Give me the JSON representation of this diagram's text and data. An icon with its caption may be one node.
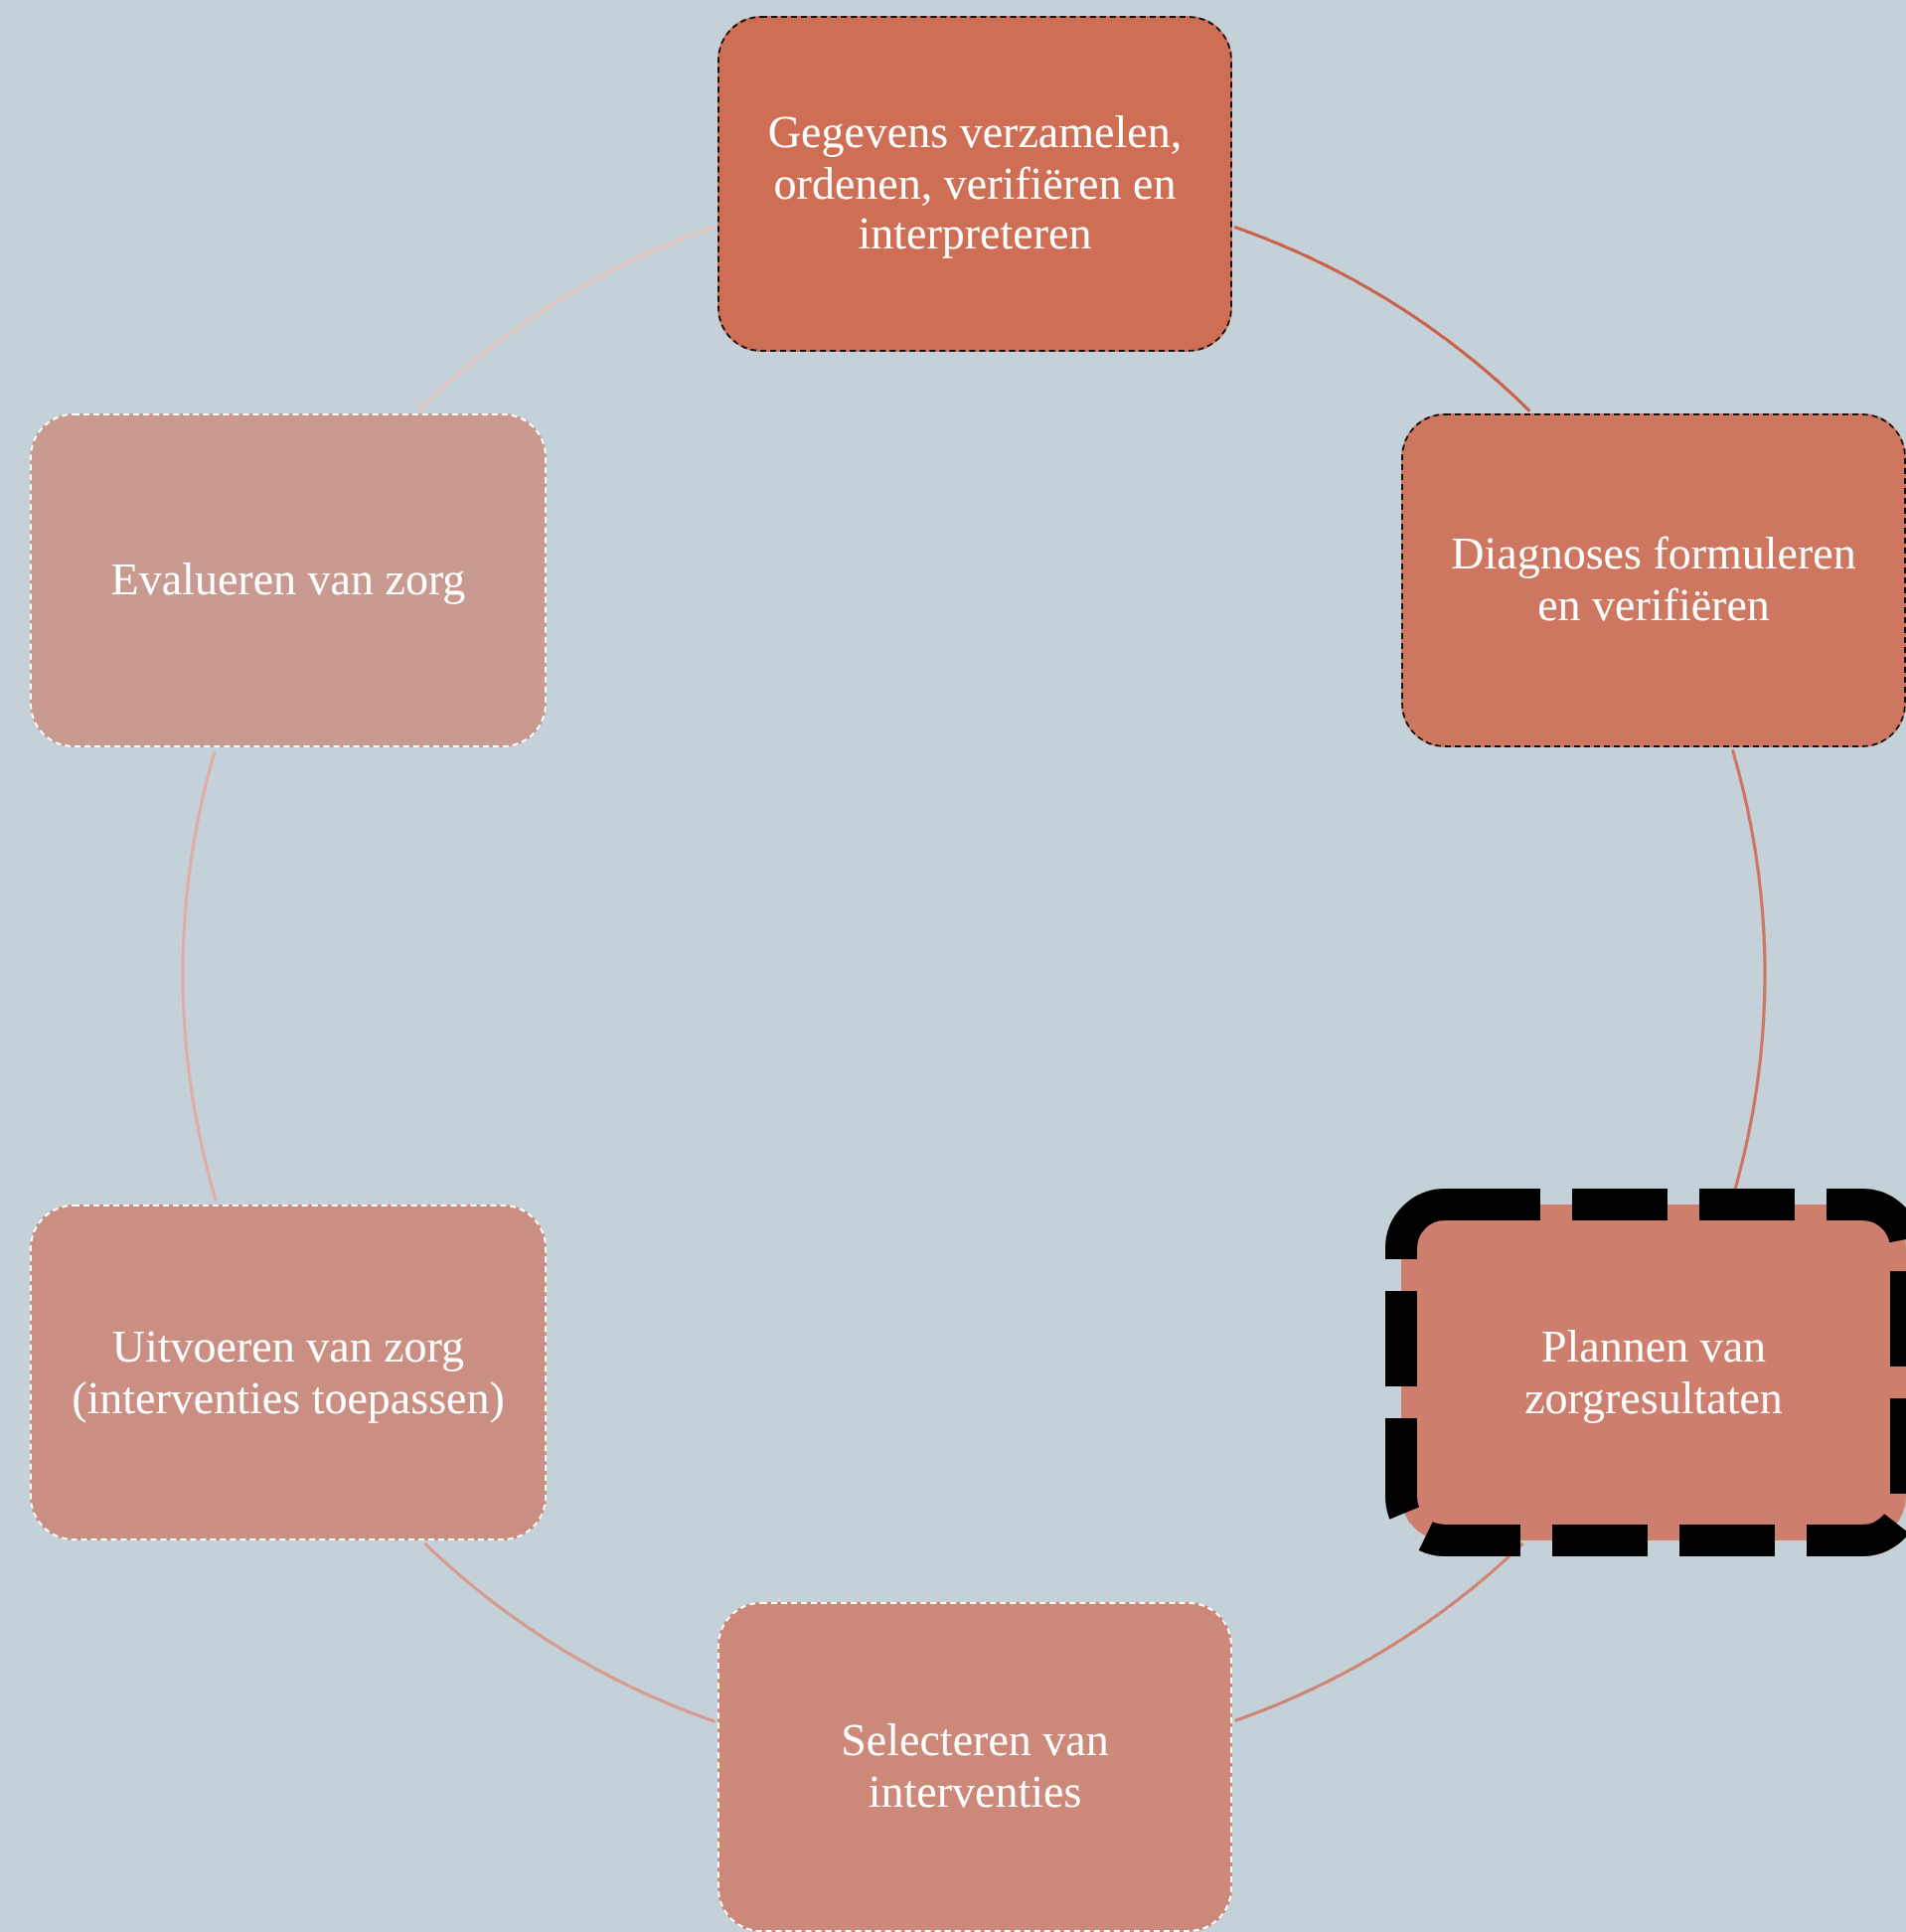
{
  "diagram": {
    "nodes": [
      {
        "text": [
          "Gegevens verzamelen, ordenen, verifiëren en interpreteren"
        ]
      },
      {
        "text": [
          "Diagnoses formuleren en verifiëren"
        ]
      },
      {
        "text": [
          "Plannen van zorgresultaten"
        ]
      },
      {
        "text": [
          "Selecteren van interventies"
        ]
      },
      {
        "text": [
          "Uitvoeren van zorg (interventies toepassen)"
        ]
      },
      {
        "text": [
          "Evalueren van zorg"
        ]
      }
    ],
    "edges": [
      {
        "from": 0,
        "to": 1,
        "arrow": "none",
        "color": "#c9644c"
      },
      {
        "from": 1,
        "to": 2,
        "arrow": "none",
        "color": "#cd7662"
      },
      {
        "from": 2,
        "to": 3,
        "arrow": "none",
        "color": "#d08474"
      },
      {
        "from": 3,
        "to": 4,
        "arrow": "none",
        "color": "#d69c90"
      },
      {
        "from": 4,
        "to": 5,
        "arrow": "none",
        "color": "#e0aea6"
      },
      {
        "from": 5,
        "to": 0,
        "arrow": "none",
        "color": "#e8c6c0"
      }
    ]
  }
}
